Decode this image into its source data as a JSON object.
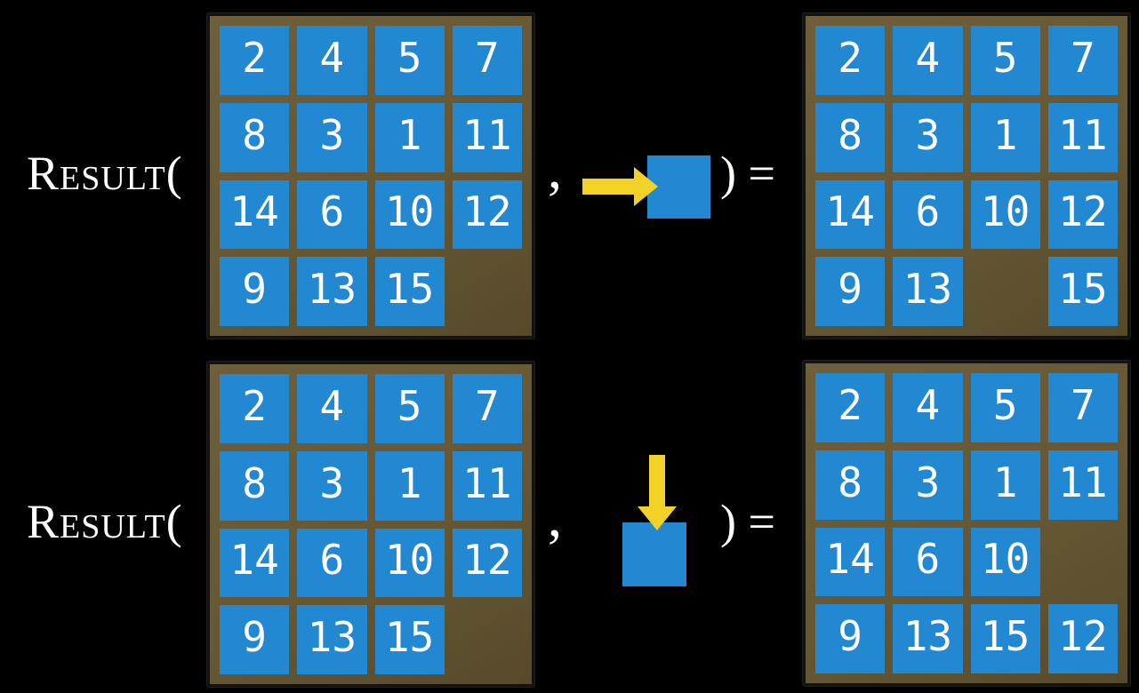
{
  "figure": "sliding-puzzle-result-function",
  "colors": {
    "background": "#000000",
    "tile_blue": "#2288d1",
    "board_brown": "#665834",
    "arrow_yellow": "#f2d226",
    "text": "#ffffff"
  },
  "rows": [
    {
      "function_label": "Result(",
      "comma": ",",
      "close_label": ") =",
      "action": {
        "icon": "arrow-right-icon",
        "direction": "right",
        "meaning": "slide tile right into blank"
      },
      "input_grid": [
        [
          "2",
          "4",
          "5",
          "7"
        ],
        [
          "8",
          "3",
          "1",
          "11"
        ],
        [
          "14",
          "6",
          "10",
          "12"
        ],
        [
          "9",
          "13",
          "15",
          ""
        ]
      ],
      "output_grid": [
        [
          "2",
          "4",
          "5",
          "7"
        ],
        [
          "8",
          "3",
          "1",
          "11"
        ],
        [
          "14",
          "6",
          "10",
          "12"
        ],
        [
          "9",
          "13",
          "",
          "15"
        ]
      ]
    },
    {
      "function_label": "Result(",
      "comma": ",",
      "close_label": ") =",
      "action": {
        "icon": "arrow-down-icon",
        "direction": "down",
        "meaning": "slide tile down into blank"
      },
      "input_grid": [
        [
          "2",
          "4",
          "5",
          "7"
        ],
        [
          "8",
          "3",
          "1",
          "11"
        ],
        [
          "14",
          "6",
          "10",
          "12"
        ],
        [
          "9",
          "13",
          "15",
          ""
        ]
      ],
      "output_grid": [
        [
          "2",
          "4",
          "5",
          "7"
        ],
        [
          "8",
          "3",
          "1",
          "11"
        ],
        [
          "14",
          "6",
          "10",
          ""
        ],
        [
          "9",
          "13",
          "15",
          "12"
        ]
      ]
    }
  ]
}
